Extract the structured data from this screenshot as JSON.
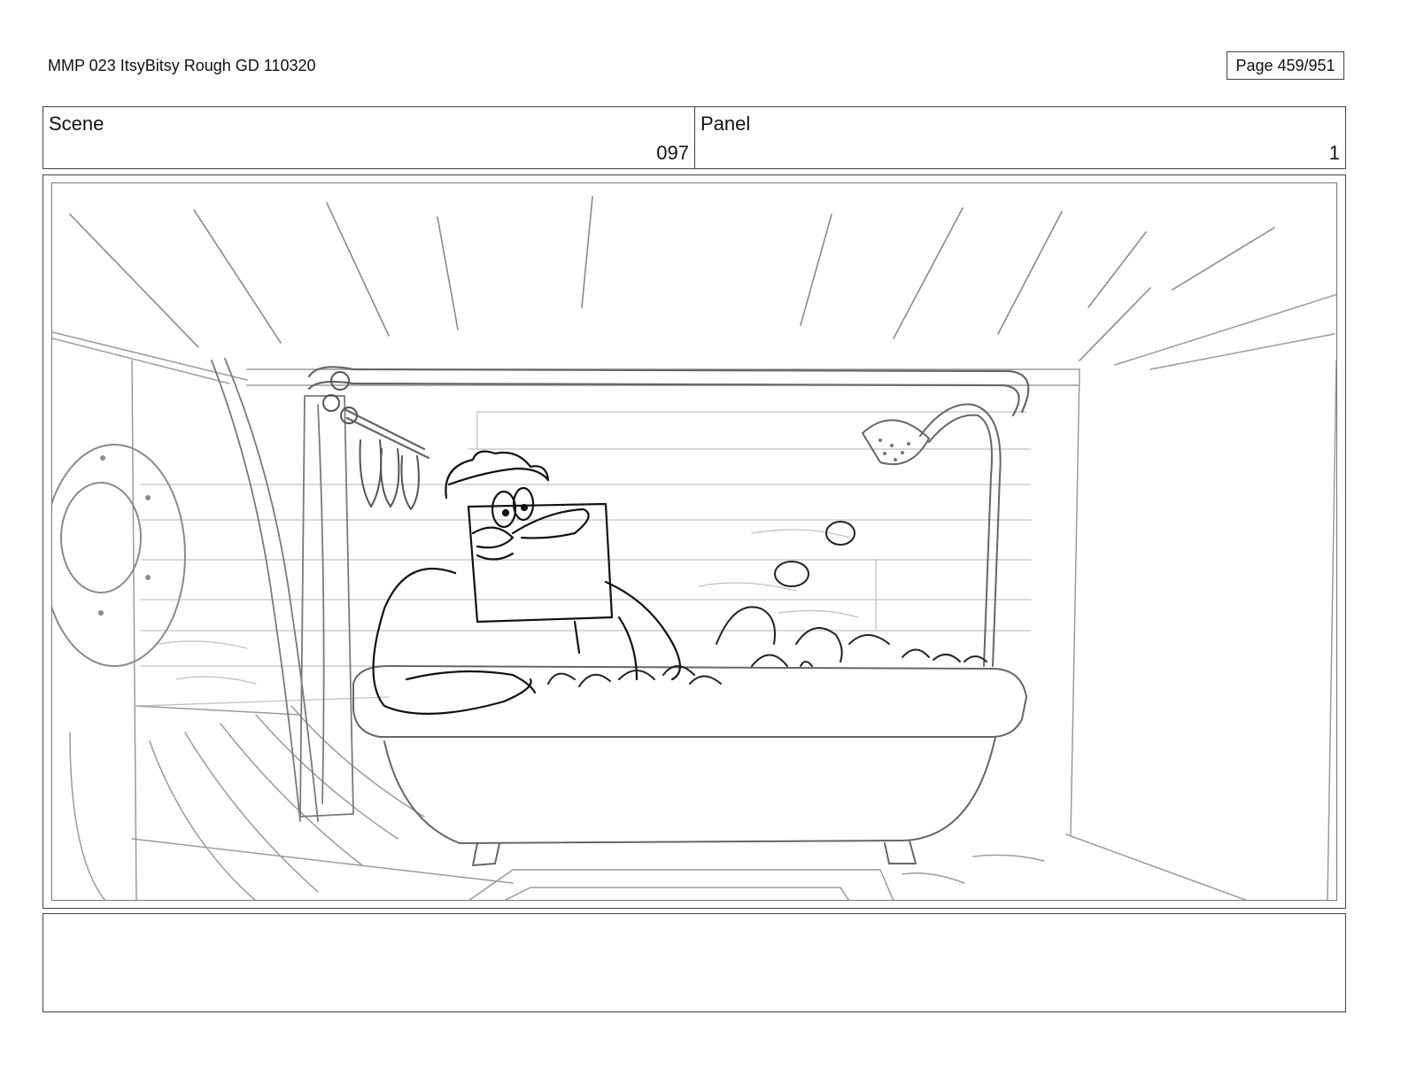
{
  "header": {
    "title": "MMP 023 ItsyBitsy Rough GD 110320",
    "page": "Page 459/951"
  },
  "info": {
    "scene_label": "Scene",
    "scene_value": "097",
    "panel_label": "Panel",
    "panel_value": "1"
  },
  "notes": {
    "text": ""
  }
}
